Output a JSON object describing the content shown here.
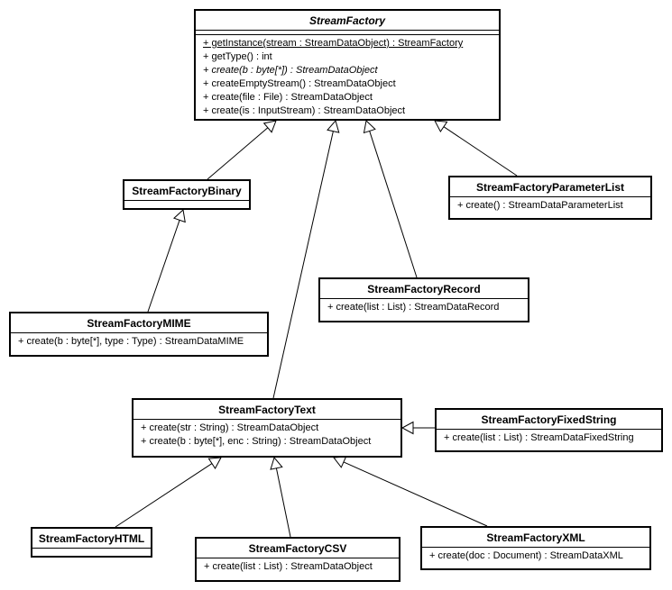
{
  "classes": {
    "stream_factory": {
      "name": "StreamFactory",
      "operations": [
        "+ getInstance(stream : StreamDataObject) : StreamFactory",
        "+ getType() : int",
        "+ create(b : byte[*]) : StreamDataObject",
        "+ createEmptyStream() : StreamDataObject",
        "+ create(file : File) : StreamDataObject",
        "+ create(is : InputStream) : StreamDataObject"
      ]
    },
    "binary": {
      "name": "StreamFactoryBinary"
    },
    "parameter_list": {
      "name": "StreamFactoryParameterList",
      "operations": [
        "+ create() : StreamDataParameterList"
      ]
    },
    "record": {
      "name": "StreamFactoryRecord",
      "operations": [
        "+ create(list : List) : StreamDataRecord"
      ]
    },
    "mime": {
      "name": "StreamFactoryMIME",
      "operations": [
        "+ create(b : byte[*], type : Type) : StreamDataMIME"
      ]
    },
    "text": {
      "name": "StreamFactoryText",
      "operations": [
        "+ create(str : String) : StreamDataObject",
        "+ create(b : byte[*], enc : String) : StreamDataObject"
      ]
    },
    "fixed_string": {
      "name": "StreamFactoryFixedString",
      "operations": [
        "+ create(list : List) : StreamDataFixedString"
      ]
    },
    "html": {
      "name": "StreamFactoryHTML"
    },
    "csv": {
      "name": "StreamFactoryCSV",
      "operations": [
        "+ create(list : List) : StreamDataObject"
      ]
    },
    "xml": {
      "name": "StreamFactoryXML",
      "operations": [
        "+ create(doc : Document) : StreamDataXML"
      ]
    }
  },
  "generalizations": [
    {
      "child": "binary",
      "parent": "stream_factory"
    },
    {
      "child": "text",
      "parent": "stream_factory"
    },
    {
      "child": "record",
      "parent": "stream_factory"
    },
    {
      "child": "parameter_list",
      "parent": "stream_factory"
    },
    {
      "child": "mime",
      "parent": "binary"
    },
    {
      "child": "fixed_string",
      "parent": "text"
    },
    {
      "child": "html",
      "parent": "text"
    },
    {
      "child": "csv",
      "parent": "text"
    },
    {
      "child": "xml",
      "parent": "text"
    }
  ],
  "colors": {
    "line": "#000000",
    "box_fill": "#ffffff"
  }
}
